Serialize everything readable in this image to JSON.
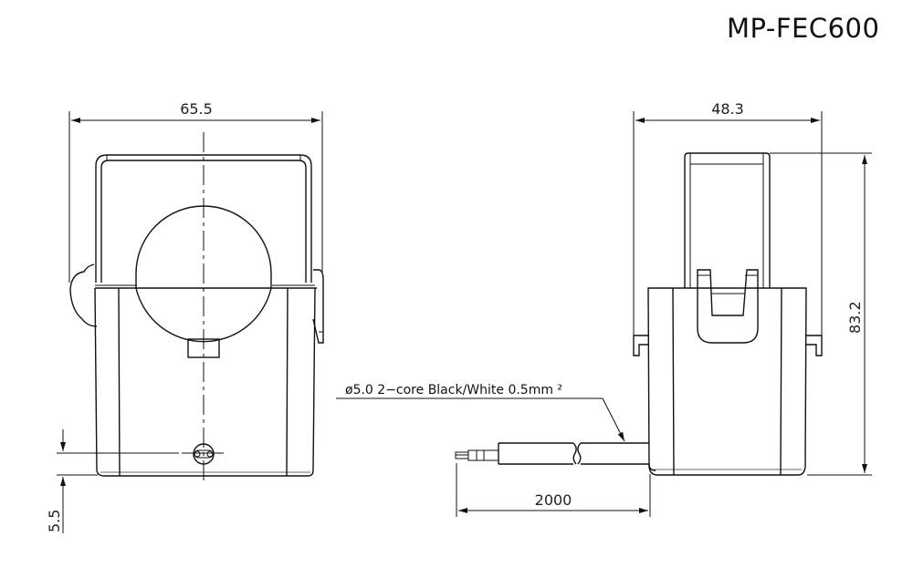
{
  "title": "MP-FEC600",
  "front_view": {
    "width_dim": "65.5",
    "offset_dim": "5.5"
  },
  "side_view": {
    "width_dim": "48.3",
    "height_dim": "83.2"
  },
  "cable": {
    "spec_label": "ø5.0 2−core Black/White 0.5mm ²",
    "length_dim": "2000"
  },
  "colors": {
    "line": "#111111",
    "background": "#ffffff"
  }
}
